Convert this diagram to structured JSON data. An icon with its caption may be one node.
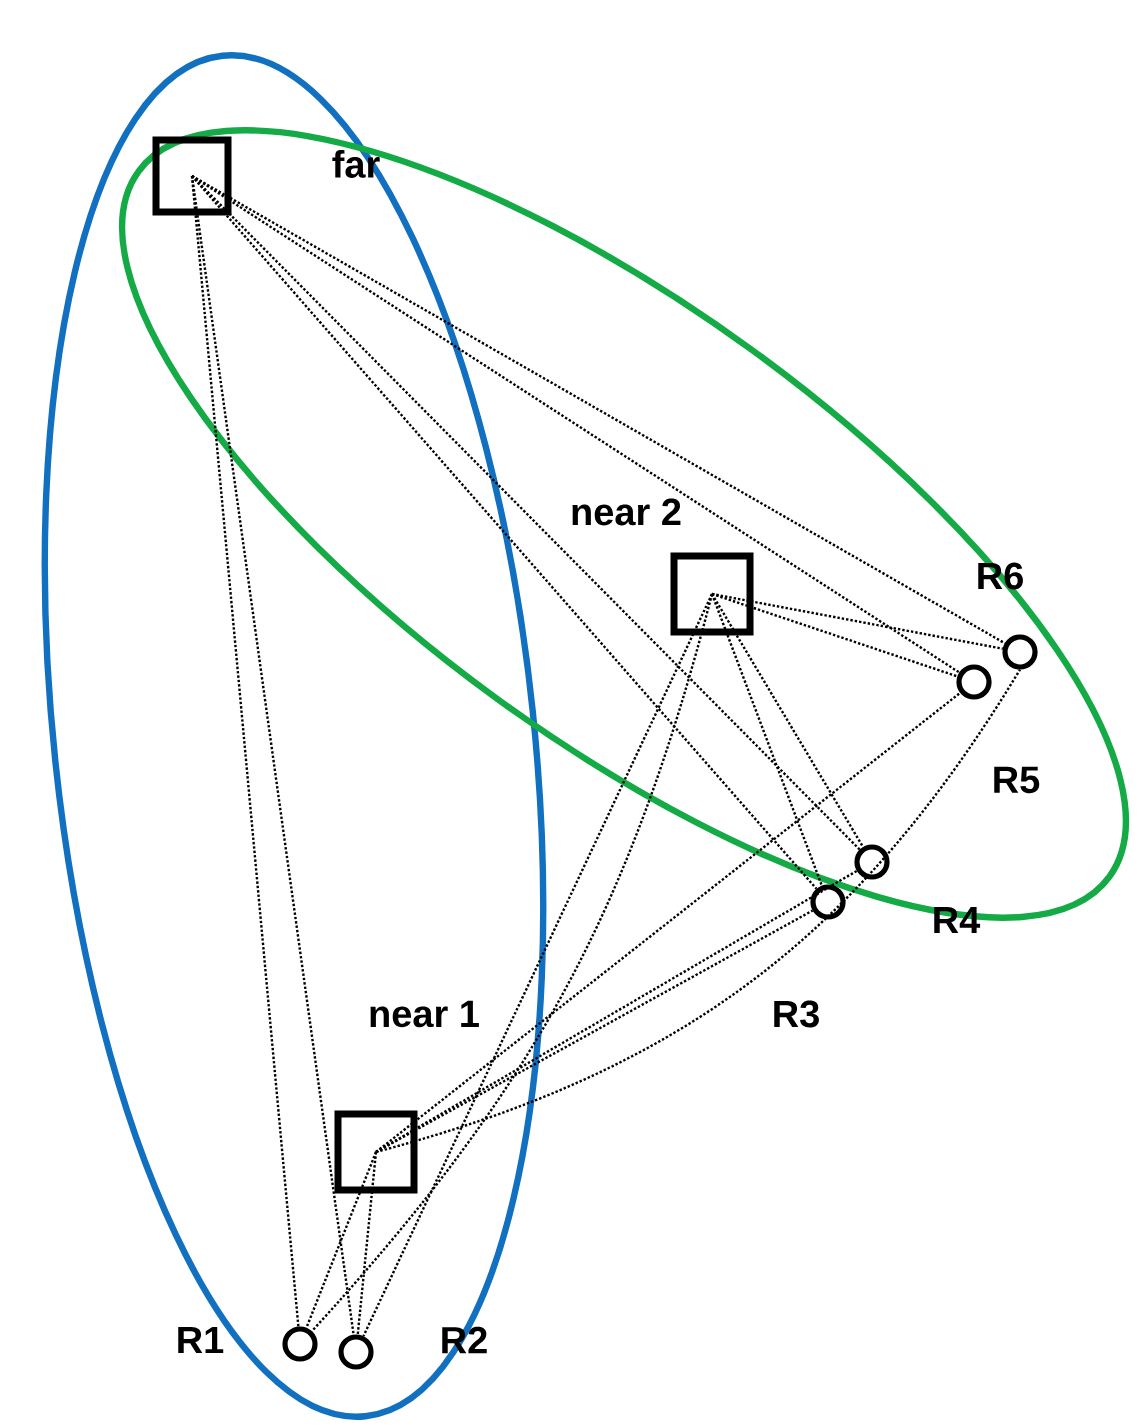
{
  "diagram": {
    "nodes": [
      {
        "text": [],
        "shape": "box",
        "beside": [
          "far"
        ]
      },
      {
        "text": [],
        "shape": "box",
        "beside": [
          "near 2"
        ]
      },
      {
        "text": [],
        "shape": "box",
        "beside": [
          "near 1"
        ]
      },
      {
        "text": [],
        "shape": "circle",
        "beside": [
          "R1"
        ]
      },
      {
        "text": [],
        "shape": "circle",
        "beside": [
          "R2"
        ]
      },
      {
        "text": [],
        "shape": "circle",
        "beside": [
          "R3"
        ]
      },
      {
        "text": [],
        "shape": "circle",
        "beside": [
          "R4"
        ]
      },
      {
        "text": [],
        "shape": "circle",
        "beside": [
          "R5"
        ]
      },
      {
        "text": [],
        "shape": "circle",
        "beside": [
          "R6"
        ]
      }
    ],
    "edges": [
      {
        "from": 0,
        "to": 3,
        "arrow": "none",
        "style": "dashed"
      },
      {
        "from": 0,
        "to": 4,
        "arrow": "none",
        "style": "dashed"
      },
      {
        "from": 0,
        "to": 5,
        "arrow": "none",
        "style": "dashed"
      },
      {
        "from": 0,
        "to": 6,
        "arrow": "none",
        "style": "dashed"
      },
      {
        "from": 0,
        "to": 7,
        "arrow": "none",
        "style": "dashed"
      },
      {
        "from": 0,
        "to": 8,
        "arrow": "none",
        "style": "dashed"
      },
      {
        "from": 1,
        "to": 3,
        "arrow": "none",
        "style": "dashed"
      },
      {
        "from": 1,
        "to": 4,
        "arrow": "none",
        "style": "dashed"
      },
      {
        "from": 1,
        "to": 5,
        "arrow": "none",
        "style": "dashed"
      },
      {
        "from": 1,
        "to": 6,
        "arrow": "none",
        "style": "dashed"
      },
      {
        "from": 1,
        "to": 7,
        "arrow": "none",
        "style": "dashed"
      },
      {
        "from": 1,
        "to": 8,
        "arrow": "none",
        "style": "dashed"
      },
      {
        "from": 2,
        "to": 3,
        "arrow": "none",
        "style": "dashed"
      },
      {
        "from": 2,
        "to": 4,
        "arrow": "none",
        "style": "dashed"
      },
      {
        "from": 2,
        "to": 5,
        "arrow": "none",
        "style": "dashed"
      },
      {
        "from": 2,
        "to": 6,
        "arrow": "none",
        "style": "dashed"
      },
      {
        "from": 2,
        "to": 7,
        "arrow": "none",
        "style": "dashed"
      },
      {
        "from": 2,
        "to": 8,
        "arrow": "none",
        "style": "dashed"
      }
    ]
  }
}
